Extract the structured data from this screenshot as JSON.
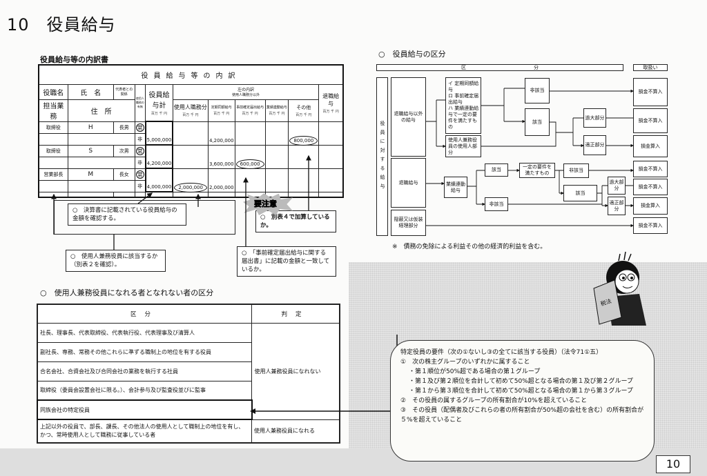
{
  "page": {
    "title": "10　役員給与",
    "page_number": "10"
  },
  "breakdown": {
    "heading": "役員給与等の内訳書",
    "table_title": "役員給与等の内訳",
    "headers": {
      "position": "役職名",
      "name": "氏　名",
      "relation": "代表者との関係",
      "employee_duty": "使用人職務の有無",
      "total": "役員給与計",
      "breakdown": "左の内訳",
      "non_employee": "使用人職務分以外",
      "duty": "担当業務",
      "address": "住　所",
      "employee_part": "使用人職務分",
      "fixed": "定期同額給与",
      "advance": "事前確定届出給与",
      "performance": "業績連動給与",
      "other": "その他",
      "retirement": "退職給与",
      "units": "百万 千 円"
    },
    "rows": [
      {
        "position": "取締役",
        "name": "H",
        "relation": "長男",
        "full": "常",
        "part": "非",
        "total": "5,000,000",
        "employee_part": "",
        "fixed": "4,200,000",
        "advance": "",
        "performance": "",
        "other": "800,000"
      },
      {
        "position": "取締役",
        "name": "S",
        "relation": "次男",
        "full": "常",
        "part": "非",
        "total": "4,200,000",
        "employee_part": "",
        "fixed": "3,600,000",
        "advance": "600,000",
        "performance": "",
        "other": ""
      },
      {
        "position": "営業部長",
        "name": "M",
        "relation": "長女",
        "full": "常",
        "part": "非",
        "total": "4,000,000",
        "employee_part": "2,000,000",
        "fixed": "2,000,000",
        "advance": "",
        "performance": "",
        "other": ""
      }
    ],
    "callouts": {
      "c1": "○　決算書に記載されている役員給与の金額を確認する。",
      "c2": "○　使用人兼務役員に該当するか（別表２を確認）。",
      "c3": "○　「事前確定届出給与に関する届出書」に記載の金額と一致しているか。",
      "c4": "○　別表４で加算しているか。",
      "caution": "要注意"
    }
  },
  "classification": {
    "heading": "○　使用人兼務役員になれる者となれない者の区分",
    "col_headers": [
      "区分",
      "判定"
    ],
    "rows": [
      "社長、理事長、代表取締役、代表執行役、代表理事及び清算人",
      "副社長、専務、常務その他これらに準ずる職制上の地位を有する役員",
      "合名会社、合資会社及び合同会社の業務を執行する社員",
      "取締役（委員会設置会社に限る。）、会計参与及び監査役並びに監事",
      "同族会社の特定役員",
      "上記以外の役員で、部長、課長、その他法人の使用人として職制上の地位を有し、かつ、常時使用人として職務に従事している者"
    ],
    "judgments": {
      "cannot": "使用人兼務役員になれない",
      "can": "使用人兼務役員になれる"
    }
  },
  "flow": {
    "heading": "○　役員給与の区分",
    "header_kubun": "区　　　　　　　　　　　　　　分",
    "header_treatment": "取扱い",
    "vertical": "役員に対する給与",
    "non_retirement": "退職給与以外の給与",
    "retirement": "退職給与",
    "disguised": "隠蔽又は仮装経理部分",
    "types": "イ 定期同額給与\nロ 事前確定届出給与\nハ 業績連動給与で一定の要件を満たすもの",
    "employee_part": "使用人兼務役員の使用人部分",
    "performance": "業績連動給与",
    "requirement": "一定の要件を満たすもの",
    "applicable": "該当",
    "not_applicable": "非該当",
    "excessive": "過大部分",
    "proper": "適正部分",
    "non_deductible": "損金不算入",
    "deductible": "損金算入",
    "footnote": "※　債務の免除による利益その他の経済的利益を含む。"
  },
  "specific_officer": {
    "title": "特定役員の要件（次の①ないし③の全てに該当する役員）（法令71①五）",
    "lines": [
      "①　次の株主グループのいずれかに属すること",
      "・第１順位が50%超である場合の第１グループ",
      "・第１及び第２順位を合計して初めて50%超となる場合の第１及び第２グループ",
      "・第１から第３順位を合計して初めて50%超となる場合の第１から第３グループ",
      "②　その役員の属するグループの所有割合が10%を超えていること",
      "③　その役員（配偶者及びこれらの者の所有割合が50%超の会社を含む）の所有割合が５%を超えていること"
    ]
  }
}
